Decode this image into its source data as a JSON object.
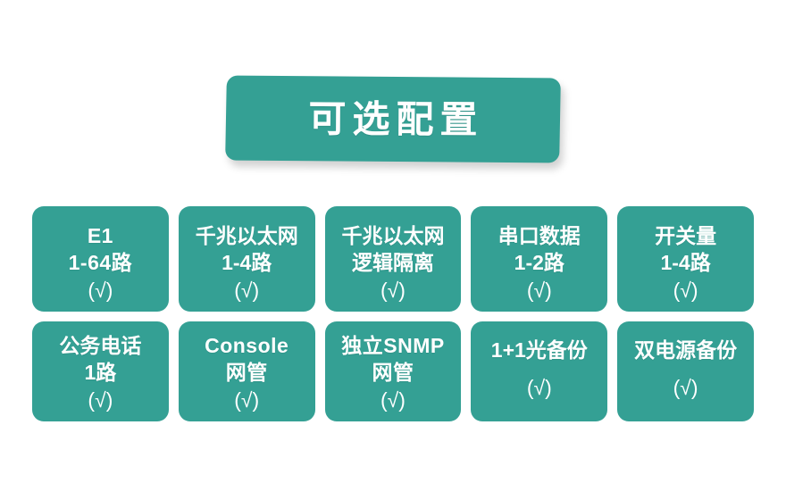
{
  "theme": {
    "teal": "#34a094",
    "text_on_teal": "#ffffff",
    "page_background": "#ffffff"
  },
  "banner": {
    "title": "可选配置"
  },
  "grid": {
    "rows": [
      {
        "tiles": [
          {
            "lines": [
              "E1",
              "1-64路"
            ],
            "check": "(√)",
            "centered": false,
            "latin": true
          },
          {
            "lines": [
              "千兆以太网",
              "1-4路"
            ],
            "check": "(√)",
            "centered": false,
            "latin": false
          },
          {
            "lines": [
              "千兆以太网",
              "逻辑隔离"
            ],
            "check": "(√)",
            "centered": false,
            "latin": false
          },
          {
            "lines": [
              "串口数据",
              "1-2路"
            ],
            "check": "(√)",
            "centered": false,
            "latin": false
          },
          {
            "lines": [
              "开关量",
              "1-4路"
            ],
            "check": "(√)",
            "centered": false,
            "latin": false
          }
        ]
      },
      {
        "tiles": [
          {
            "lines": [
              "公务电话",
              "1路"
            ],
            "check": "(√)",
            "centered": false,
            "latin": false
          },
          {
            "lines": [
              "Console",
              "网管"
            ],
            "check": "(√)",
            "centered": false,
            "latin": true
          },
          {
            "lines": [
              "独立SNMP",
              "网管"
            ],
            "check": "(√)",
            "centered": false,
            "latin": true
          },
          {
            "lines": [
              "1+1光备份"
            ],
            "check": "(√)",
            "centered": true,
            "latin": false
          },
          {
            "lines": [
              "双电源备份"
            ],
            "check": "(√)",
            "centered": true,
            "latin": false
          }
        ]
      }
    ]
  }
}
